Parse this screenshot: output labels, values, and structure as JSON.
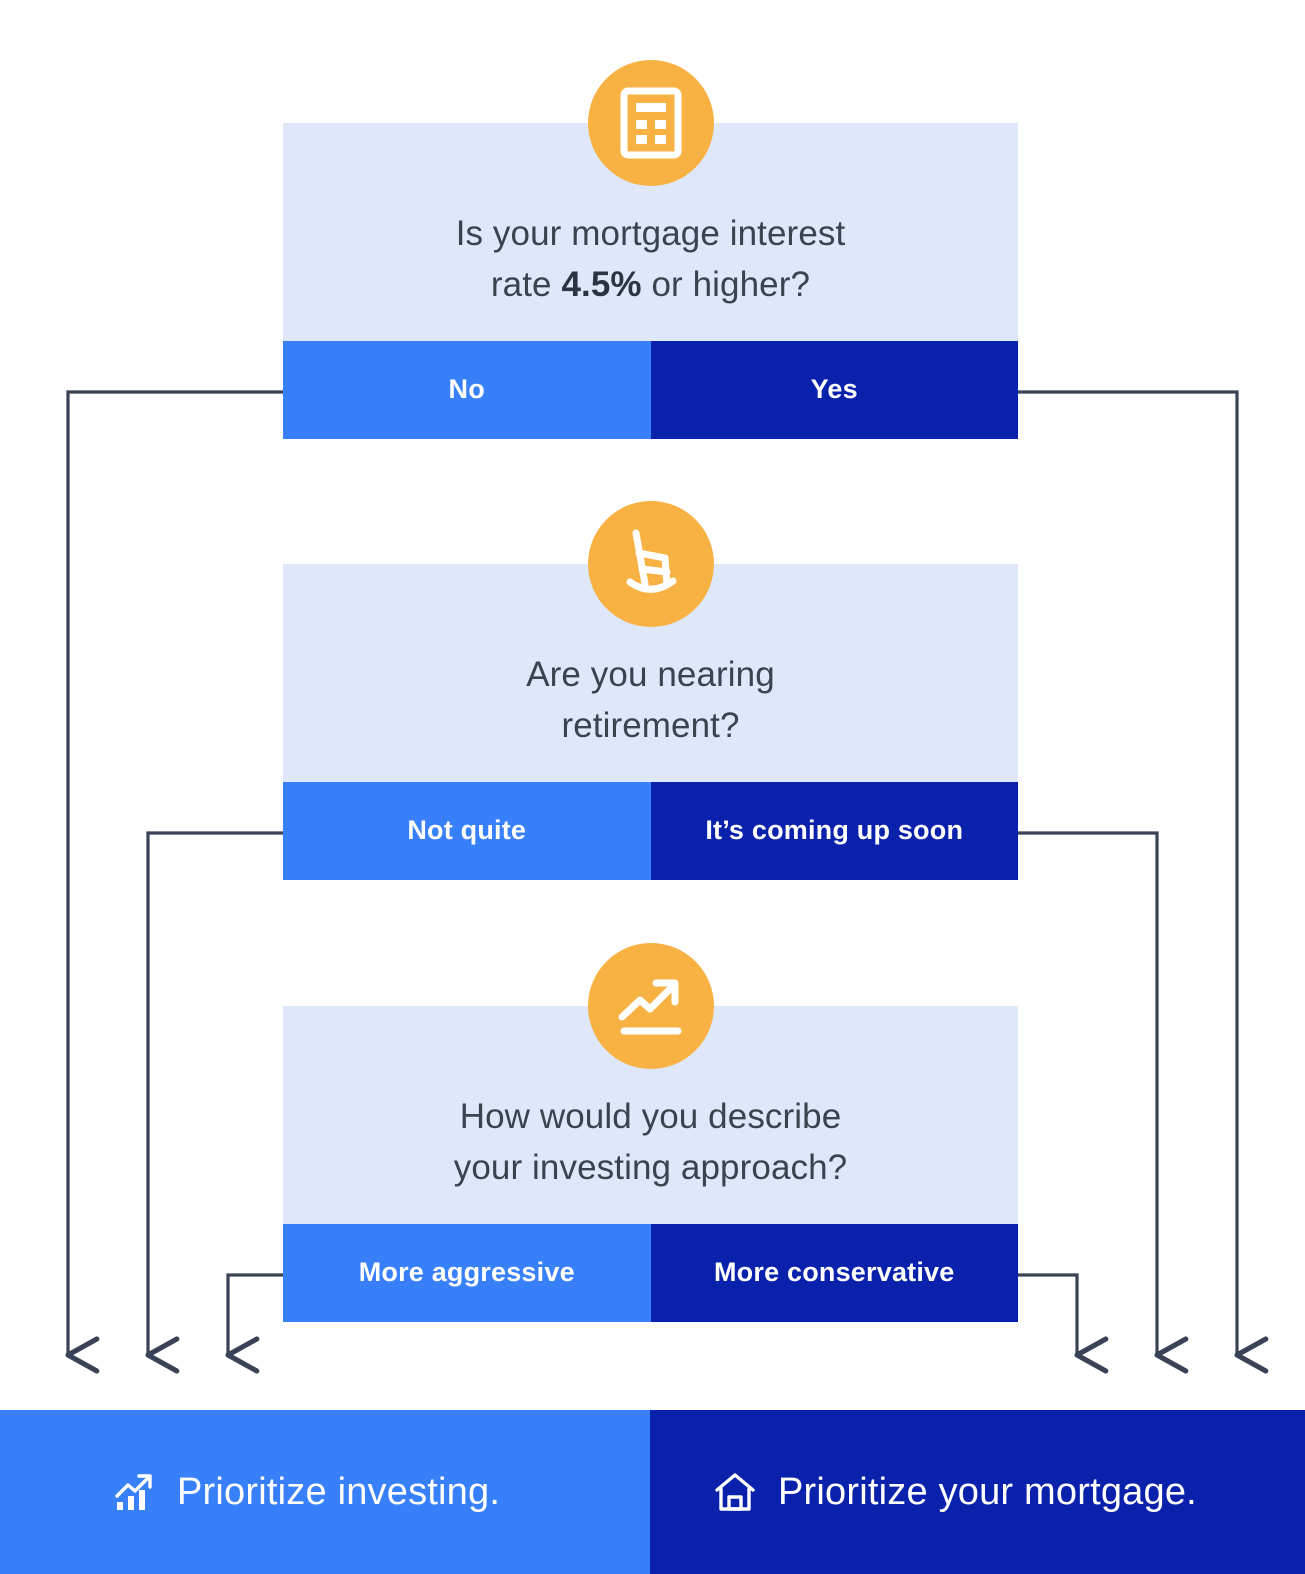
{
  "theme": {
    "page_background": "#ffffff",
    "card_background": "#dfe8fa",
    "accent_light_blue": "#3880fa",
    "accent_dark_blue": "#0a22ab",
    "icon_circle_orange": "#f8b244",
    "question_text": "#3b4250",
    "connector_line": "#3a4256"
  },
  "flowchart": {
    "type": "decision-tree",
    "title_present": false,
    "nodes": [
      {
        "id": "q1",
        "icon": "calculator-icon",
        "question_lines": [
          "Is your mortgage interest",
          "rate 4.5% or higher?"
        ],
        "question_plain": "Is your mortgage interest rate 4.5% or higher?",
        "emphasis": "4.5%",
        "answers": [
          {
            "id": "q1-no",
            "label": "No",
            "side": "left",
            "style": "light",
            "target": "prioritize-investing"
          },
          {
            "id": "q1-yes",
            "label": "Yes",
            "side": "right",
            "style": "dark",
            "target": "prioritize-mortgage"
          }
        ]
      },
      {
        "id": "q2",
        "icon": "rocking-chair-icon",
        "question_lines": [
          "Are you nearing",
          "retirement?"
        ],
        "question_plain": "Are you nearing retirement?",
        "emphasis": "",
        "answers": [
          {
            "id": "q2-notquite",
            "label": "Not quite",
            "side": "left",
            "style": "light",
            "target": "prioritize-investing"
          },
          {
            "id": "q2-soon",
            "label": "It’s coming up soon",
            "side": "right",
            "style": "dark",
            "target": "prioritize-mortgage"
          }
        ]
      },
      {
        "id": "q3",
        "icon": "trend-up-icon",
        "question_lines": [
          "How would you describe",
          "your investing approach?"
        ],
        "question_plain": "How would you describe your investing approach?",
        "emphasis": "",
        "answers": [
          {
            "id": "q3-aggressive",
            "label": "More aggressive",
            "side": "left",
            "style": "light",
            "target": "prioritize-investing"
          },
          {
            "id": "q3-conservative",
            "label": "More conservative",
            "side": "right",
            "style": "dark",
            "target": "prioritize-mortgage"
          }
        ]
      }
    ],
    "outcomes": [
      {
        "id": "prioritize-investing",
        "icon": "bar-chart-growth-icon",
        "label": "Prioritize investing.",
        "style": "light"
      },
      {
        "id": "prioritize-mortgage",
        "icon": "house-icon",
        "label": "Prioritize your mortgage.",
        "style": "dark"
      }
    ]
  }
}
